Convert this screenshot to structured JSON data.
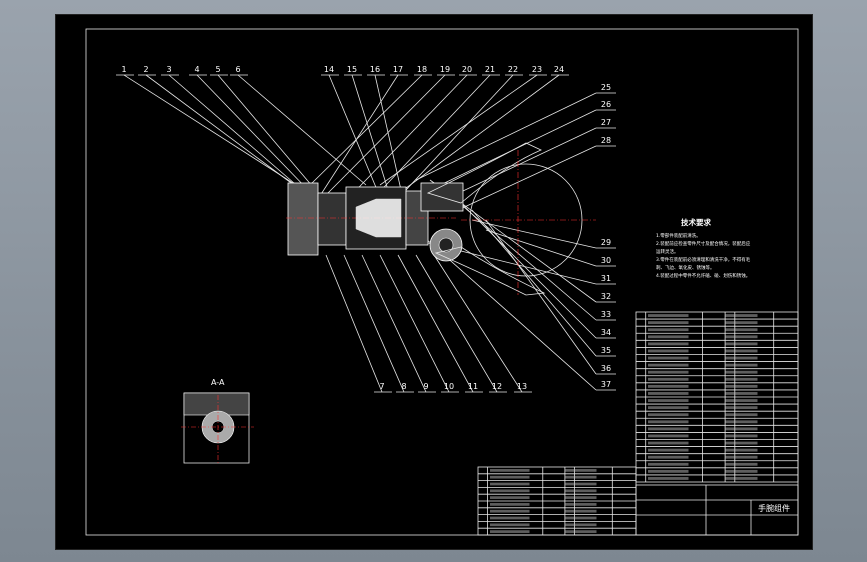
{
  "drawing": {
    "section_label": "A-A",
    "tech_requirements_title": "技术要求",
    "tech_requirements": [
      "1.零部件装配前清洗。",
      "2.装配前应检查零件尺寸及配合情况，装配后应",
      "  运转灵活。",
      "3.零件在装配前必须清理和清洗干净，不得有毛",
      "  刺、飞边、氧化皮、锈蚀等。",
      "4.装配过程中零件不允许磕、碰、划伤和锈蚀。"
    ],
    "title_block_name": "手腕组件",
    "balloons_top": [
      "1",
      "2",
      "3",
      "4",
      "5",
      "6",
      "14",
      "15",
      "16",
      "17",
      "18",
      "19",
      "20",
      "21",
      "22",
      "23",
      "24"
    ],
    "balloons_right": [
      "25",
      "26",
      "27",
      "28",
      "29",
      "30",
      "31",
      "32",
      "33",
      "34",
      "35",
      "36",
      "37"
    ],
    "balloons_bottom": [
      "7",
      "8",
      "9",
      "10",
      "11",
      "12",
      "13"
    ]
  }
}
